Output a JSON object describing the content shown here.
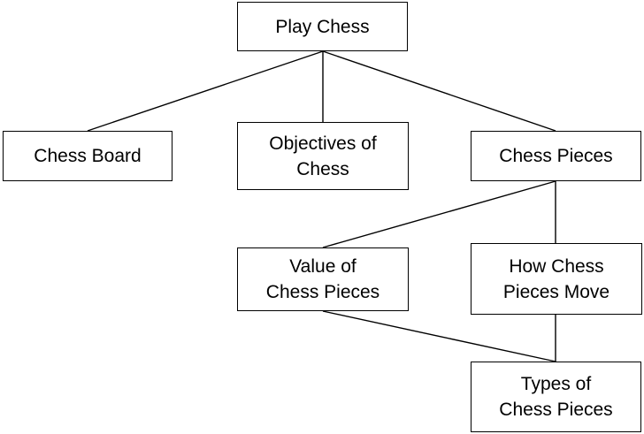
{
  "diagram": {
    "nodes": [
      {
        "id": "play",
        "label": "Play Chess"
      },
      {
        "id": "board",
        "label": "Chess Board"
      },
      {
        "id": "obj",
        "label": "Objectives of\nChess"
      },
      {
        "id": "pieces",
        "label": "Chess Pieces"
      },
      {
        "id": "value",
        "label": "Value of\nChess Pieces"
      },
      {
        "id": "move",
        "label": "How Chess\nPieces Move"
      },
      {
        "id": "types",
        "label": "Types of\nChess Pieces"
      }
    ],
    "edges": [
      {
        "from": "play",
        "to": "board"
      },
      {
        "from": "play",
        "to": "obj"
      },
      {
        "from": "play",
        "to": "pieces"
      },
      {
        "from": "pieces",
        "to": "value"
      },
      {
        "from": "pieces",
        "to": "move"
      },
      {
        "from": "value",
        "to": "types"
      },
      {
        "from": "move",
        "to": "types"
      }
    ],
    "colors": {
      "line": "#000000",
      "box_border": "#000000",
      "box_fill": "#ffffff",
      "text": "#000000"
    }
  }
}
